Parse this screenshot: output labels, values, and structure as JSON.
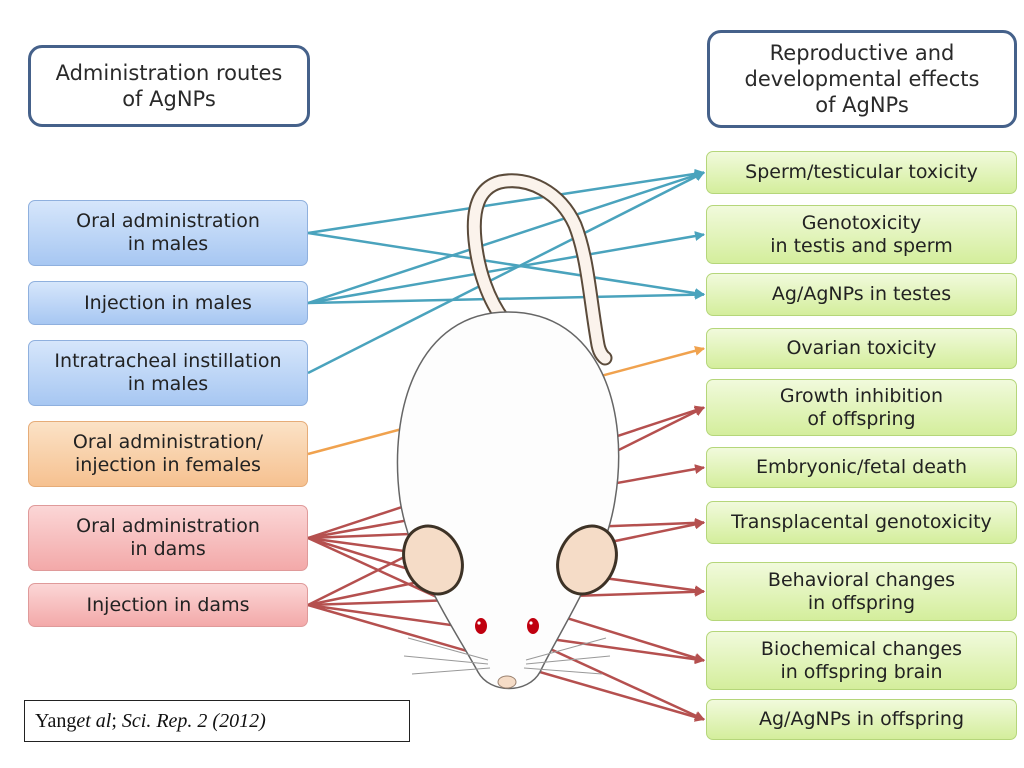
{
  "headers": {
    "left": "Administration routes\nof AgNPs",
    "right": "Reproductive and\ndevelopmental effects\nof AgNPs"
  },
  "routes": [
    {
      "label": "Oral administration\nin males",
      "color": "blue"
    },
    {
      "label": "Injection in males",
      "color": "blue"
    },
    {
      "label": "Intratracheal instillation\nin males",
      "color": "blue"
    },
    {
      "label": "Oral administration/\ninjection in females",
      "color": "orange"
    },
    {
      "label": "Oral administration\nin dams",
      "color": "red"
    },
    {
      "label": "Injection in dams",
      "color": "red"
    }
  ],
  "effects": [
    {
      "label": "Sperm/testicular toxicity"
    },
    {
      "label": "Genotoxicity\nin testis and sperm"
    },
    {
      "label": "Ag/AgNPs  in testes"
    },
    {
      "label": "Ovarian toxicity"
    },
    {
      "label": "Growth inhibition\nof offspring"
    },
    {
      "label": "Embryonic/fetal death"
    },
    {
      "label": "Transplacental genotoxicity"
    },
    {
      "label": "Behavioral changes\nin offspring"
    },
    {
      "label": "Biochemical changes\nin offspring brain"
    },
    {
      "label": "Ag/AgNPs in offspring"
    }
  ],
  "links": [
    {
      "from": 0,
      "to": 0,
      "color": "#4aa3bd"
    },
    {
      "from": 0,
      "to": 2,
      "color": "#4aa3bd"
    },
    {
      "from": 1,
      "to": 0,
      "color": "#4aa3bd"
    },
    {
      "from": 1,
      "to": 1,
      "color": "#4aa3bd"
    },
    {
      "from": 1,
      "to": 2,
      "color": "#4aa3bd"
    },
    {
      "from": 2,
      "to": 0,
      "color": "#4aa3bd"
    },
    {
      "from": 3,
      "to": 3,
      "color": "#f0a24e"
    },
    {
      "from": 4,
      "to": 4,
      "color": "#b5504f"
    },
    {
      "from": 4,
      "to": 5,
      "color": "#b5504f"
    },
    {
      "from": 4,
      "to": 6,
      "color": "#b5504f"
    },
    {
      "from": 4,
      "to": 7,
      "color": "#b5504f"
    },
    {
      "from": 4,
      "to": 8,
      "color": "#b5504f"
    },
    {
      "from": 4,
      "to": 9,
      "color": "#b5504f"
    },
    {
      "from": 5,
      "to": 4,
      "color": "#b5504f"
    },
    {
      "from": 5,
      "to": 6,
      "color": "#b5504f"
    },
    {
      "from": 5,
      "to": 7,
      "color": "#b5504f"
    },
    {
      "from": 5,
      "to": 8,
      "color": "#b5504f"
    },
    {
      "from": 5,
      "to": 9,
      "color": "#b5504f"
    }
  ],
  "citation": {
    "author": "Yang ",
    "etal": "et al",
    "sep": "; ",
    "journal": "Sci. Rep. 2 (2012)"
  }
}
